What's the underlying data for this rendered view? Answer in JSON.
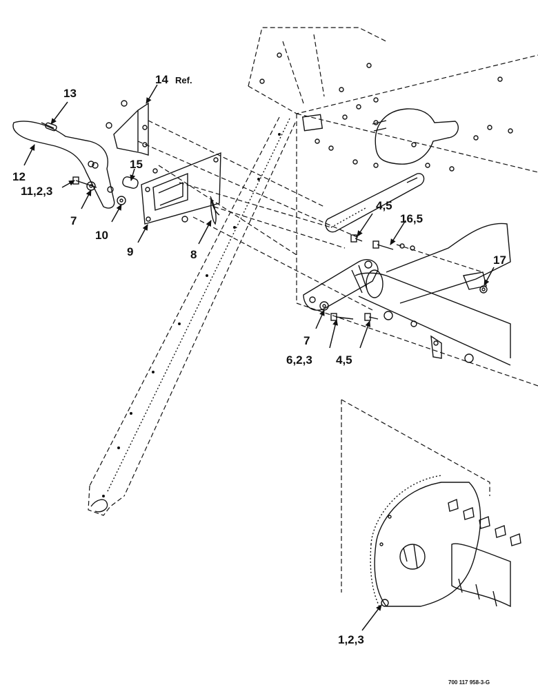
{
  "callouts": {
    "c13": "13",
    "c14": "14",
    "c14_ref": "Ref.",
    "c12": "12",
    "c15": "15",
    "c11": "11,2,3",
    "c7a": "7",
    "c10": "10",
    "c9": "9",
    "c8": "8",
    "c45a": "4,5",
    "c165": "16,5",
    "c17": "17",
    "c7b": "7",
    "c623": "6,2,3",
    "c45b": "4,5",
    "c123": "1,2,3"
  },
  "document_number": "700 117 958-3-G"
}
